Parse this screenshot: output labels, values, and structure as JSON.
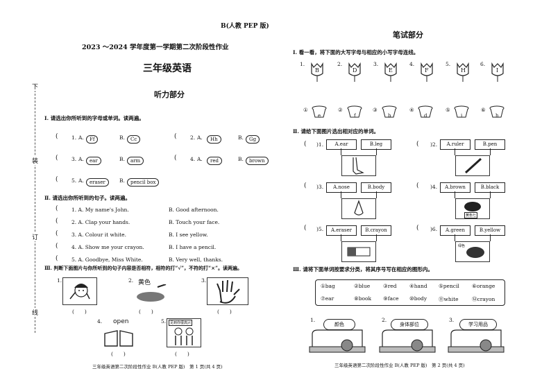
{
  "left": {
    "edition": "B(人教 PEP 版)",
    "school_year_title": "2023 ～2024 学年度第一学期第二次阶段性作业",
    "subject_title": "三年级英语",
    "section_title": "听力部分",
    "binding_chars": [
      "下",
      "装",
      "订",
      "线"
    ],
    "part1": {
      "title": "Ⅰ. 请选出你所听到的字母或单词。读两遍。",
      "rows": [
        {
          "q": "1.",
          "a": "Ff",
          "b": "Cc",
          "q2": "2.",
          "a2": "Hh",
          "b2": "Gg"
        },
        {
          "q": "3.",
          "a": "ear",
          "b": "arm",
          "q2": "4.",
          "a2": "red",
          "b2": "brown"
        },
        {
          "q": "5.",
          "a": "eraser",
          "b": "pencil box"
        }
      ]
    },
    "part2": {
      "title": "Ⅱ. 请选出你所听到的句子。读两遍。",
      "rows": [
        {
          "q": "1. A. My name's John.",
          "b": "B. Good afternoon."
        },
        {
          "q": "2. A. Clap your hands.",
          "b": "B. Touch your face."
        },
        {
          "q": "3. A. Colour it white.",
          "b": "B. I see yellow."
        },
        {
          "q": "4. A. Show me your crayon.",
          "b": "B. I have a pencil."
        },
        {
          "q": "5. A. Goodbye, Miss White.",
          "b": "B. Very well, thanks."
        }
      ]
    },
    "part3": {
      "title": "Ⅲ. 判断下面图片与你所听到的句子内容是否相符，相符的打“√”，不符的打“×”。读两遍。",
      "nums": [
        "1.",
        "2.",
        "3.",
        "4.",
        "5."
      ],
      "pic2_text": "黄色",
      "pic4_text": "open",
      "pic5_text": "见到你很高兴"
    },
    "footer": "三年级英语第二次阶段性作业 B(人教 PEP 版)　第 1 页(共 4 页)"
  },
  "right": {
    "section_title": "笔试部分",
    "part1": {
      "title": "Ⅰ. 看一看，将下面的大写字母与相应的小写字母连线。",
      "upper": [
        {
          "n": "1.",
          "l": "B"
        },
        {
          "n": "2.",
          "l": "D"
        },
        {
          "n": "3.",
          "l": "E"
        },
        {
          "n": "4.",
          "l": "F"
        },
        {
          "n": "5.",
          "l": "H"
        },
        {
          "n": "6.",
          "l": "I"
        }
      ],
      "lower": [
        {
          "n": "①",
          "l": "e"
        },
        {
          "n": "②",
          "l": "f"
        },
        {
          "n": "③",
          "l": "b"
        },
        {
          "n": "④",
          "l": "d"
        },
        {
          "n": "⑤",
          "l": "i"
        },
        {
          "n": "⑥",
          "l": "h"
        }
      ]
    },
    "part2": {
      "title": "Ⅱ. 请给下面图片选出相对应的单词。",
      "items": [
        {
          "q": ")1.",
          "a": "A.ear",
          "b": "B.leg"
        },
        {
          "q": ")2.",
          "a": "A.ruler",
          "b": "B.pen"
        },
        {
          "q": ")3.",
          "a": "A.nose",
          "b": "B.body"
        },
        {
          "q": ")4.",
          "a": "A.brown",
          "b": "B.black"
        },
        {
          "q": ")5.",
          "a": "A.eraser",
          "b": "B.crayon"
        },
        {
          "q": ")6.",
          "a": "A.green",
          "b": "B.yellow"
        }
      ],
      "pic4_label": "黄色七",
      "pic6_label": "绿色"
    },
    "part3": {
      "title": "Ⅲ. 请将下面单词按要求分类，将其序号写在相应的图形内。",
      "words": [
        [
          "①bag",
          "②blue",
          "③red",
          "④hand",
          "⑤pencil",
          "⑥orange"
        ],
        [
          "⑦ear",
          "⑧book",
          "⑨face",
          "⑩body",
          "⑪white",
          "⑫crayon"
        ]
      ],
      "cars": [
        {
          "n": "1.",
          "label": "颜色"
        },
        {
          "n": "2.",
          "label": "身体部位"
        },
        {
          "n": "3.",
          "label": "学习用品"
        }
      ]
    },
    "footer": "三年级英语第二次阶段性作业 B(人教 PEP 版)　第 2 页(共 4 页)"
  }
}
